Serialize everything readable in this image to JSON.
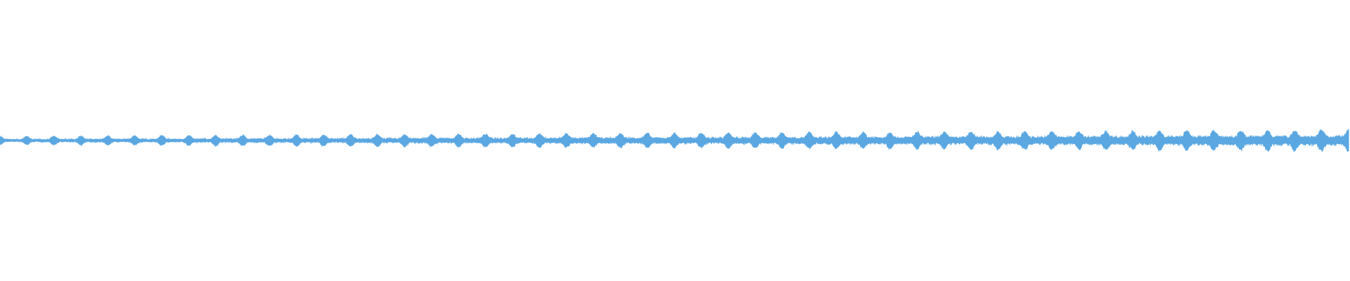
{
  "waveform": {
    "color": "#5aa7e2",
    "background": "#ffffff",
    "envelope": {
      "beats": 50,
      "base_amplitude": 0.045,
      "growth": 0.055,
      "pulse_peak": 0.11,
      "noise": 0.025
    }
  }
}
